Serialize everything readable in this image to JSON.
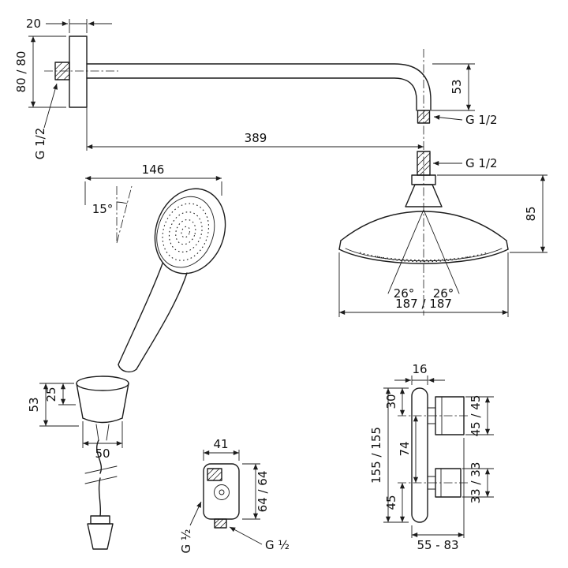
{
  "drawing": {
    "shower_arm": {
      "escutcheon_depth": "20",
      "escutcheon_height": "80 / 80",
      "wall_thread": "G 1/2",
      "arm_length": "389",
      "arm_drop": "53",
      "arm_end_thread": "G 1/2"
    },
    "overhead_shower": {
      "inlet_thread": "G 1/2",
      "head_height": "85",
      "spray_angle_left": "26°",
      "spray_angle_right": "26°",
      "head_size": "187 / 187"
    },
    "hand_shower": {
      "projection": "146",
      "tilt_angle": "15°"
    },
    "holder": {
      "height": "53",
      "upper_section": "25",
      "width": "50"
    },
    "wall_outlet": {
      "width": "41",
      "height": "64 / 64",
      "side_thread": "G ½",
      "bottom_thread": "G ½"
    },
    "thermostat": {
      "plate_depth": "16",
      "plate_height": "155 / 155",
      "top_to_upper_handle": "30",
      "handle_spacing": "74",
      "lower_handle_to_bottom": "45",
      "upper_handle_size": "45 / 45",
      "lower_handle_size": "33 / 33",
      "projection_range": "55 - 83"
    }
  }
}
